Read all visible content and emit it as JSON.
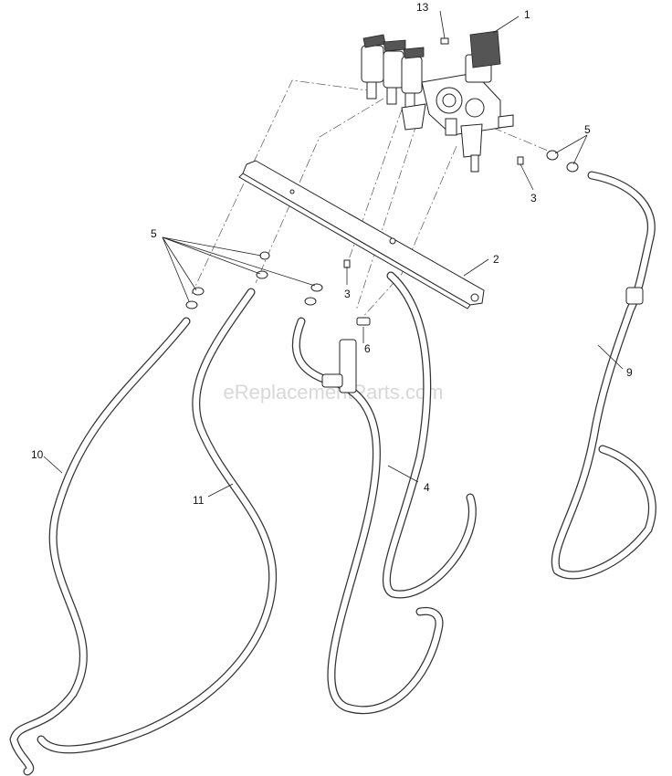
{
  "watermark": "eReplacementParts.com",
  "callouts": {
    "c1": "1",
    "c2": "2",
    "c3a": "3",
    "c3b": "3",
    "c4": "4",
    "c5a": "5",
    "c5b": "5",
    "c6": "6",
    "c9": "9",
    "c10": "10",
    "c11": "11",
    "c13": "13"
  }
}
